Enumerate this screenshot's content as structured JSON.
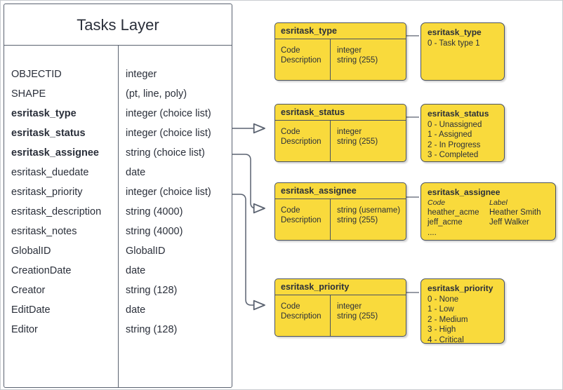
{
  "diagram": {
    "title": "Tasks Layer"
  },
  "entity": {
    "title": "Tasks Layer",
    "fields": [
      {
        "name": "OBJECTID",
        "type": "integer",
        "bold": false
      },
      {
        "name": "SHAPE",
        "type": "(pt, line, poly)",
        "bold": false
      },
      {
        "name": "esritask_type",
        "type": "integer (choice list)",
        "bold": true
      },
      {
        "name": "esritask_status",
        "type": "integer (choice list)",
        "bold": true
      },
      {
        "name": "esritask_assignee",
        "type": "string (choice list)",
        "bold": true
      },
      {
        "name": "esritask_duedate",
        "type": "date",
        "bold": false
      },
      {
        "name": "esritask_priority",
        "type": "integer (choice list)",
        "bold": false
      },
      {
        "name": "esritask_description",
        "type": "string (4000)",
        "bold": false
      },
      {
        "name": "esritask_notes",
        "type": "string (4000)",
        "bold": false
      },
      {
        "name": "GlobalID",
        "type": "GlobalID",
        "bold": false
      },
      {
        "name": "CreationDate",
        "type": "date",
        "bold": false
      },
      {
        "name": "Creator",
        "type": "string (128)",
        "bold": false
      },
      {
        "name": "EditDate",
        "type": "date",
        "bold": false
      },
      {
        "name": "Editor",
        "type": "string (128)",
        "bold": false
      }
    ]
  },
  "tables": [
    {
      "id": "type",
      "header": "esritask_type",
      "left_rows": [
        "Code",
        "Description"
      ],
      "right_rows": [
        "integer",
        "string (255)"
      ]
    },
    {
      "id": "status",
      "header": "esritask_status",
      "left_rows": [
        "Code",
        "Description"
      ],
      "right_rows": [
        "integer",
        "string (255)"
      ]
    },
    {
      "id": "assignee",
      "header": "esritask_assignee",
      "left_rows": [
        "Code",
        "Description"
      ],
      "right_rows": [
        "string  (username)",
        "string (255)"
      ]
    },
    {
      "id": "priority",
      "header": "esritask_priority",
      "left_rows": [
        "Code",
        "Description"
      ],
      "right_rows": [
        "integer",
        "string (255)"
      ]
    }
  ],
  "domains": {
    "type": {
      "title": "esritask_type",
      "lines": [
        "0 - Task type 1"
      ]
    },
    "status": {
      "title": "esritask_status",
      "lines": [
        "0 - Unassigned",
        "1 - Assigned",
        "2 - In Progress",
        "3 - Completed"
      ]
    },
    "assignee": {
      "title": "esritask_assignee",
      "head": {
        "code": "Code",
        "label": "Label"
      },
      "rows": [
        {
          "code": "heather_acme",
          "label": "Heather Smith"
        },
        {
          "code": "jeff_acme",
          "label": "Jeff Walker"
        }
      ],
      "ellipsis": "...."
    },
    "priority": {
      "title": "esritask_priority",
      "lines": [
        "0 - None",
        "1 - Low",
        "2 - Medium",
        "3 - High",
        "4 - Critical"
      ]
    }
  },
  "colors": {
    "box_fill": "#f9da3c",
    "box_stroke": "#4a5260",
    "table_stroke": "#5a6270",
    "connector": "#5a6270",
    "text": "#2a2f3a",
    "canvas_border": "#c9ccd1"
  }
}
